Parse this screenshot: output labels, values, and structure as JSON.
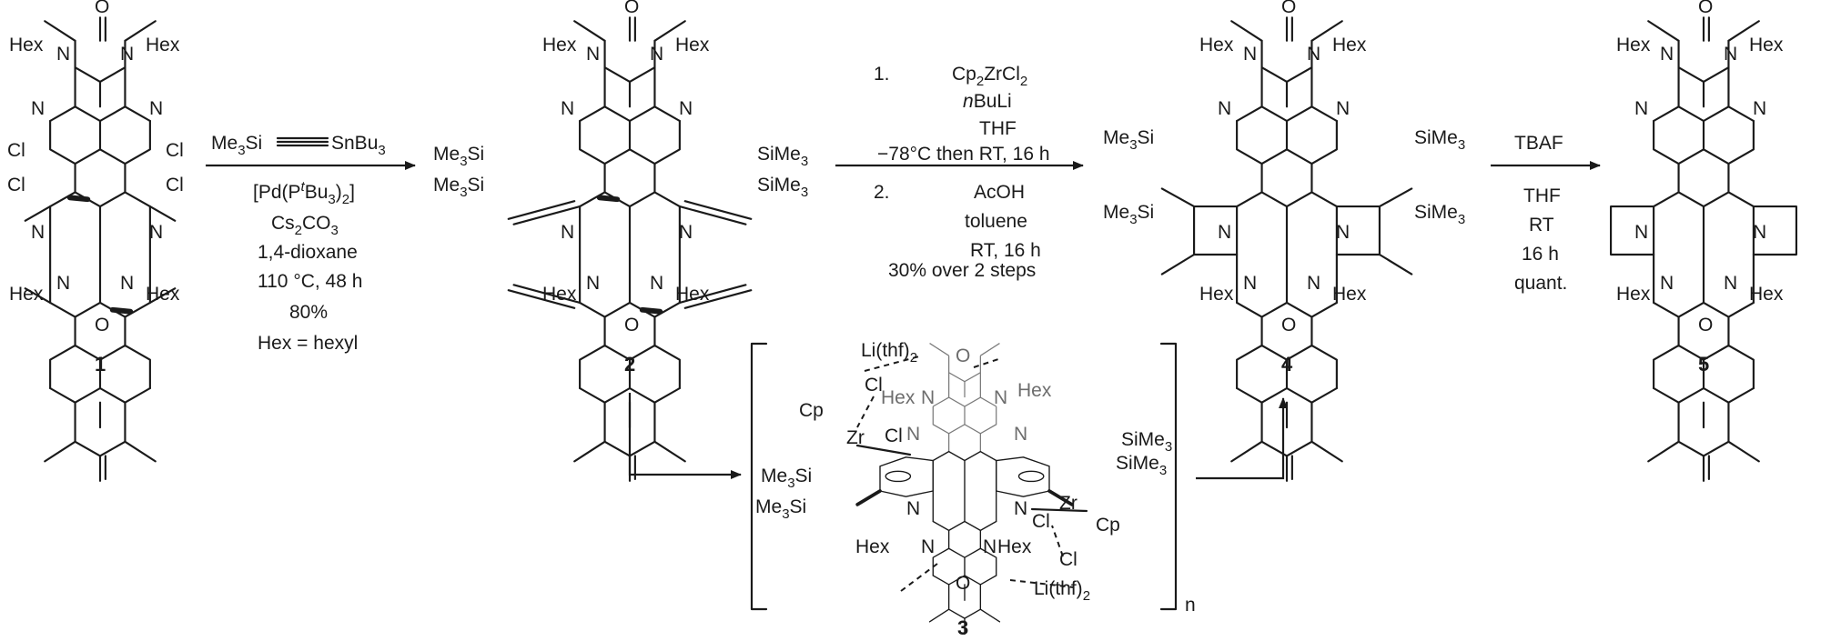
{
  "compounds": [
    {
      "id": "1"
    },
    {
      "id": "2"
    },
    {
      "id": "3"
    },
    {
      "id": "4"
    },
    {
      "id": "5"
    }
  ],
  "atoms": {
    "hex": "Hex",
    "n": "N",
    "o": "O",
    "cl": "Cl",
    "sime3": "SiMe",
    "me3si": "Me",
    "si": "Si",
    "cp": "Cp",
    "zr": "Zr",
    "li_thf": "Li(thf)",
    "three": "3",
    "two": "2",
    "n_index": "n"
  },
  "step1": {
    "reagent_left": "Me",
    "reagent_left_sub": "3",
    "reagent_left_tail": "Si",
    "reagent_right": "SnBu",
    "reagent_right_sub": "3",
    "catalyst": "[Pd(P",
    "catalyst_t": "t",
    "catalyst_tail": "Bu",
    "catalyst_sub1": "3",
    "catalyst_close": ")",
    "catalyst_sub2": "2",
    "catalyst_end": "]",
    "base": "Cs",
    "base_sub1": "2",
    "base_mid": "CO",
    "base_sub2": "3",
    "solvent": "1,4-dioxane",
    "conditions": "110 °C, 48 h",
    "yield": "80%",
    "note": "Hex = hexyl"
  },
  "step2": {
    "n1": "1.",
    "reagent1": "Cp",
    "reagent1_sub": "2",
    "reagent1_tail": "ZrCl",
    "reagent1_sub2": "2",
    "reagent2_n": "n",
    "reagent2": "BuLi",
    "solvent": "THF",
    "conditions": "−78°C then RT, 16 h",
    "n2": "2.",
    "reagent3": "AcOH",
    "solvent2": "toluene",
    "conditions2": "RT, 16 h",
    "yield": "30% over 2 steps"
  },
  "step3": {
    "reagent": "TBAF",
    "solvent": "THF",
    "temp": "RT",
    "time": "16 h",
    "yield": "quant."
  }
}
